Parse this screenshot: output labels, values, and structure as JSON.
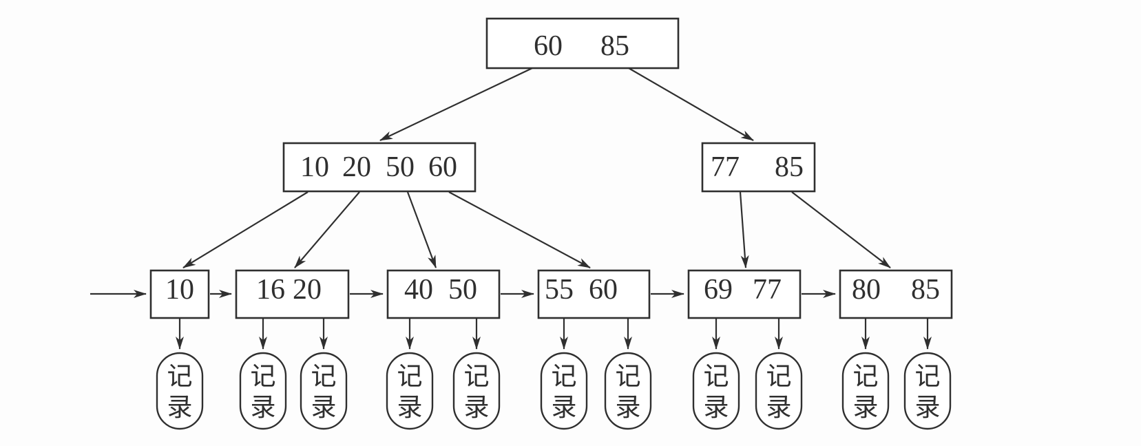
{
  "diagram": {
    "kind": "b-plus-tree-index",
    "record_label": "记录",
    "colors": {
      "ink": "#2f2f2f",
      "node_fill": "#ffffff",
      "background": "#fdfdfd"
    },
    "root": {
      "id": "root",
      "keys": [
        "60",
        "85"
      ]
    },
    "internal_nodes": [
      {
        "id": "internal-left",
        "keys": [
          "10",
          "20",
          "50",
          "60"
        ]
      },
      {
        "id": "internal-right",
        "keys": [
          "77",
          "85"
        ]
      }
    ],
    "leaf_nodes": [
      {
        "id": "leaf-1",
        "keys": [
          "10"
        ]
      },
      {
        "id": "leaf-2",
        "keys": [
          "16",
          "20"
        ]
      },
      {
        "id": "leaf-3",
        "keys": [
          "40",
          "50"
        ]
      },
      {
        "id": "leaf-4",
        "keys": [
          "55",
          "60"
        ]
      },
      {
        "id": "leaf-5",
        "keys": [
          "69",
          "77"
        ]
      },
      {
        "id": "leaf-6",
        "keys": [
          "80",
          "85"
        ]
      }
    ],
    "records_per_leaf": [
      1,
      2,
      2,
      2,
      2,
      2
    ]
  }
}
